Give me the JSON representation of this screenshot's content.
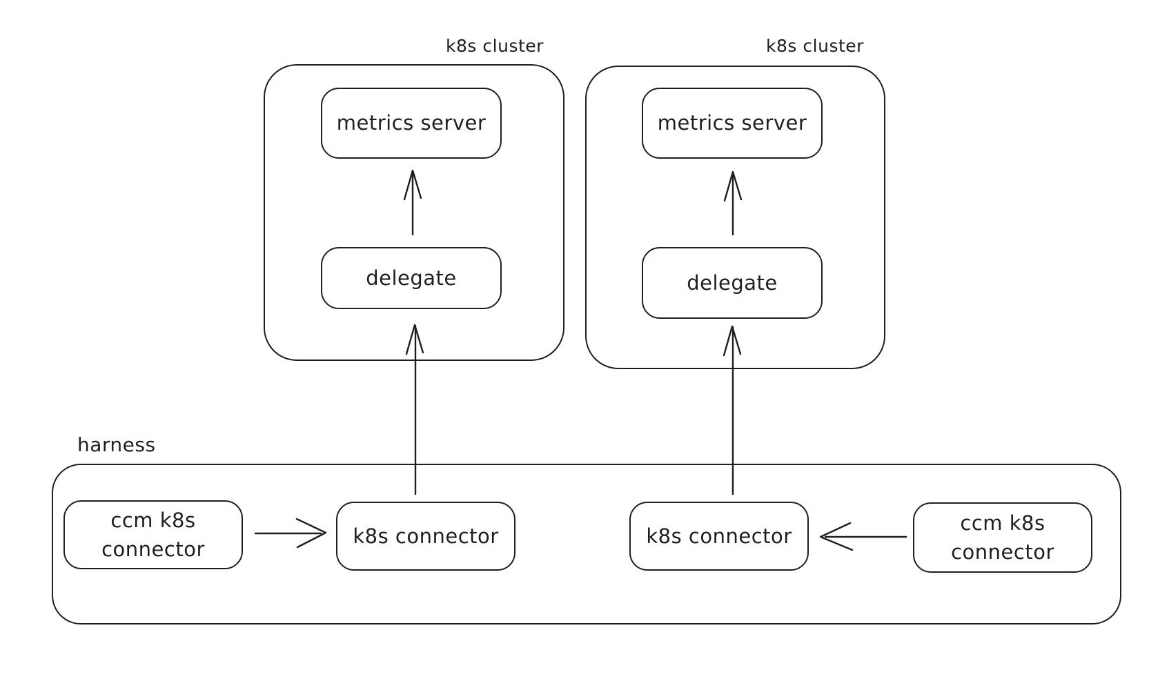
{
  "colors": {
    "background": "#ffffff",
    "stroke": "#1e1e1e"
  },
  "clusters": [
    {
      "id": "left",
      "label": "k8s cluster",
      "nodes": {
        "metrics_server": "metrics server",
        "delegate": "delegate"
      }
    },
    {
      "id": "right",
      "label": "k8s cluster",
      "nodes": {
        "metrics_server": "metrics server",
        "delegate": "delegate"
      }
    }
  ],
  "harness": {
    "label": "harness",
    "nodes": {
      "ccm_left": "ccm k8s connector",
      "k8s_left": "k8s connector",
      "k8s_right": "k8s connector",
      "ccm_right": "ccm k8s connector"
    }
  },
  "edges": [
    {
      "from": "delegate",
      "to": "metrics server",
      "group": "left k8s cluster",
      "direction": "up"
    },
    {
      "from": "delegate",
      "to": "metrics server",
      "group": "right k8s cluster",
      "direction": "up"
    },
    {
      "from": "k8s connector",
      "to": "delegate",
      "group": "left",
      "direction": "up"
    },
    {
      "from": "k8s connector",
      "to": "delegate",
      "group": "right",
      "direction": "up"
    },
    {
      "from": "ccm k8s connector",
      "to": "k8s connector",
      "group": "harness left",
      "direction": "right"
    },
    {
      "from": "ccm k8s connector",
      "to": "k8s connector",
      "group": "harness right",
      "direction": "left"
    }
  ]
}
